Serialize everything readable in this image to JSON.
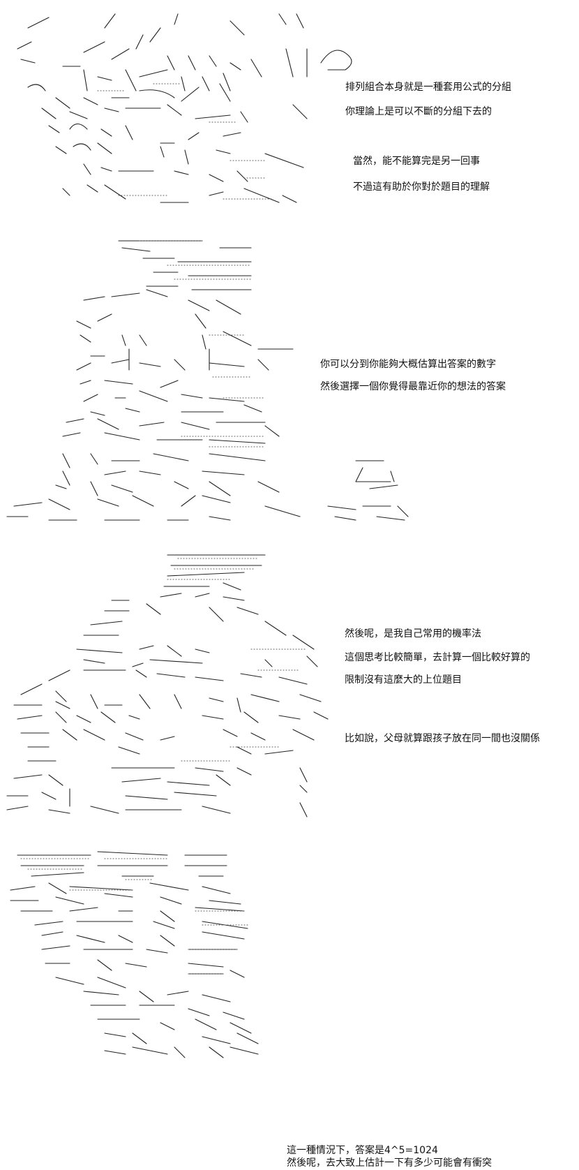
{
  "panels": [
    {
      "lines": [
        "排列組合本身就是一種套用公式的分組",
        "你理論上是可以不斷的分組下去的",
        "當然，能不能算完是另一回事",
        "不過這有助於你對於題目的理解"
      ]
    },
    {
      "lines": [
        "你可以分到你能夠大概估算出答案的數字",
        "然後選擇一個你覺得最靠近你的想法的答案"
      ]
    },
    {
      "lines": [
        "然後呢，是我自己常用的機率法",
        "這個思考比較簡單，去計算一個比較好算的",
        "限制沒有這麼大的上位題目",
        "比如說，父母就算跟孩子放在同一間也沒關係"
      ]
    },
    {
      "lines": [
        "這一種情況下，答案是4^5=1024",
        "然後呢，去大致上估計一下有多少可能會有衝突"
      ]
    }
  ]
}
